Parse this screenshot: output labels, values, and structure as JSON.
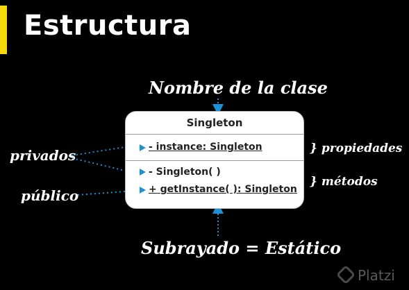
{
  "title": "Estructura",
  "diagram": {
    "class_name": "Singleton",
    "attributes": [
      "- instance: Singleton"
    ],
    "methods": [
      "- Singleton( )",
      "+ getInstance( ): Singleton"
    ]
  },
  "annotations": {
    "class_name": "Nombre de la clase",
    "private": "privados",
    "public": "público",
    "properties": "} propiedades",
    "methods": "} métodos",
    "static": "Subrayado = Estático"
  },
  "watermark": "Platzi",
  "colors": {
    "accent": "#f5d90a",
    "arrow": "#1e90d6",
    "background": "#000000"
  }
}
